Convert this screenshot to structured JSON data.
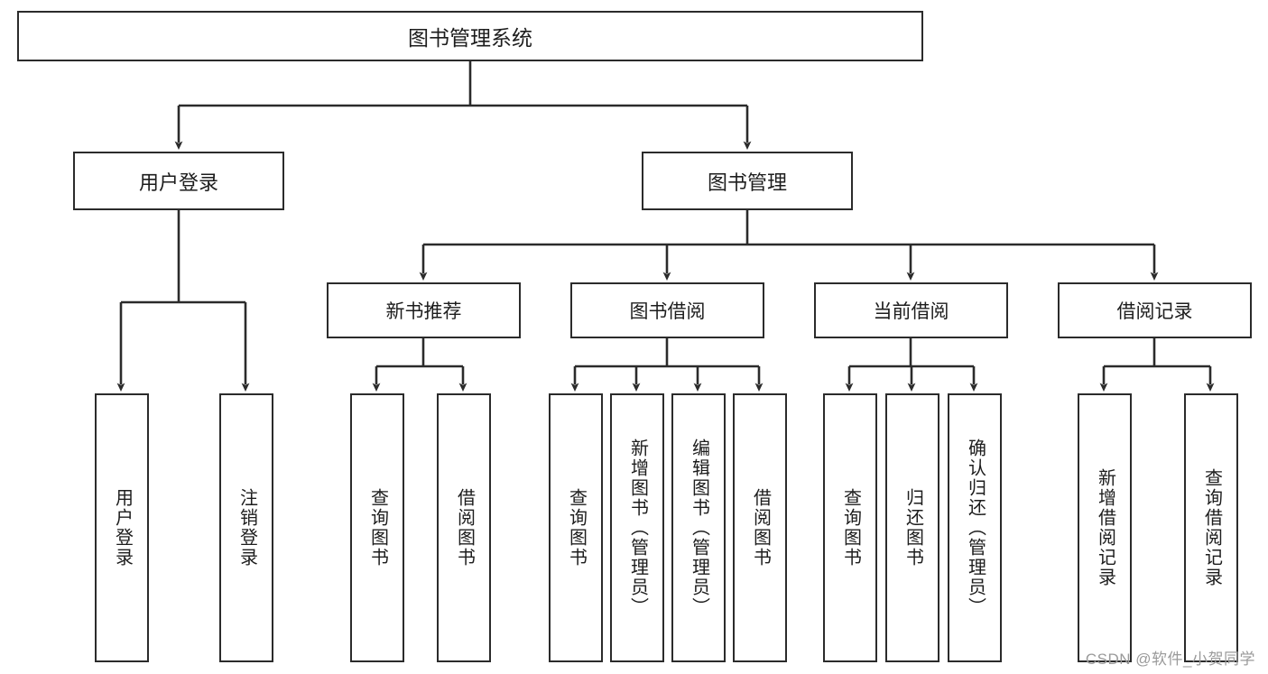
{
  "diagram": {
    "title": "图书管理系统",
    "type": "tree-hierarchy",
    "root": {
      "label": "图书管理系统"
    },
    "level2": [
      {
        "label": "用户登录"
      },
      {
        "label": "图书管理"
      }
    ],
    "level3": [
      {
        "label": "新书推荐"
      },
      {
        "label": "图书借阅"
      },
      {
        "label": "当前借阅"
      },
      {
        "label": "借阅记录"
      }
    ],
    "leaves": {
      "user_login": [
        {
          "label": "用户登录"
        },
        {
          "label": "注销登录"
        }
      ],
      "new_book_recommend": [
        {
          "label": "查询图书"
        },
        {
          "label": "借阅图书"
        }
      ],
      "book_borrow": [
        {
          "label": "查询图书"
        },
        {
          "label": "新增图书（管理员）"
        },
        {
          "label": "编辑图书（管理员）"
        },
        {
          "label": "借阅图书"
        }
      ],
      "current_borrow": [
        {
          "label": "查询图书"
        },
        {
          "label": "归还图书"
        },
        {
          "label": "确认归还（管理员）"
        }
      ],
      "borrow_record": [
        {
          "label": "新增借阅记录"
        },
        {
          "label": "查询借阅记录"
        }
      ]
    }
  },
  "watermark": {
    "text": "CSDN @软件_小贺同学"
  },
  "colors": {
    "stroke": "#2b2b2b",
    "fill": "#ffffff",
    "text": "#1d1d1d",
    "watermark": "#9a9a9a"
  }
}
